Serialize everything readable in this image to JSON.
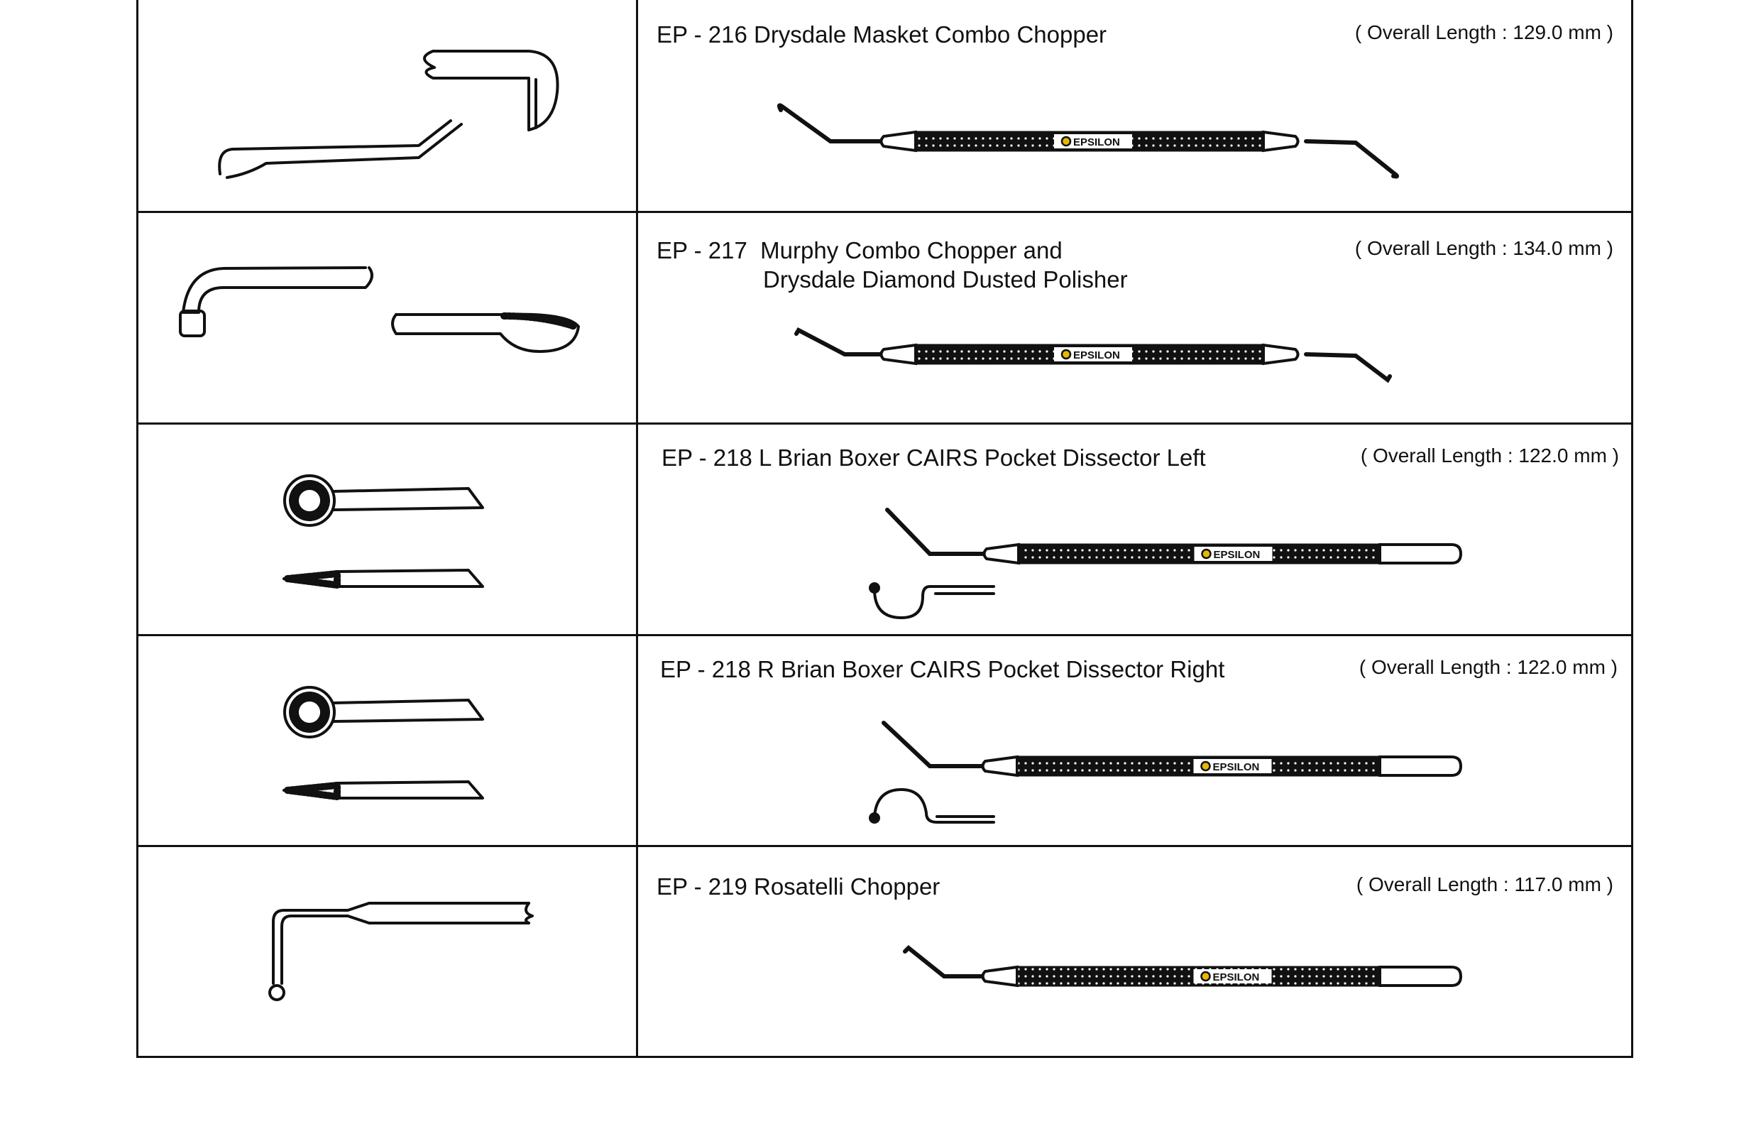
{
  "brand": "EPSILON",
  "products": [
    {
      "code": "EP - 216",
      "name": "Drysdale Masket Combo Chopper",
      "name_line2": "",
      "length": "( Overall Length : 129.0 mm )"
    },
    {
      "code": "EP - 217",
      "name": "Murphy Combo Chopper and",
      "name_line2": "Drysdale Diamond Dusted Polisher",
      "length": "( Overall Length : 134.0 mm )"
    },
    {
      "code": "EP - 218 L",
      "name": "Brian Boxer CAIRS Pocket Dissector Left",
      "name_line2": "",
      "length": "( Overall Length : 122.0 mm )"
    },
    {
      "code": "EP - 218 R",
      "name": "Brian Boxer CAIRS Pocket Dissector Right",
      "name_line2": "",
      "length": "( Overall Length : 122.0 mm )"
    },
    {
      "code": "EP - 219",
      "name": "Rosatelli Chopper",
      "name_line2": "",
      "length": "( Overall Length : 117.0 mm )"
    }
  ]
}
